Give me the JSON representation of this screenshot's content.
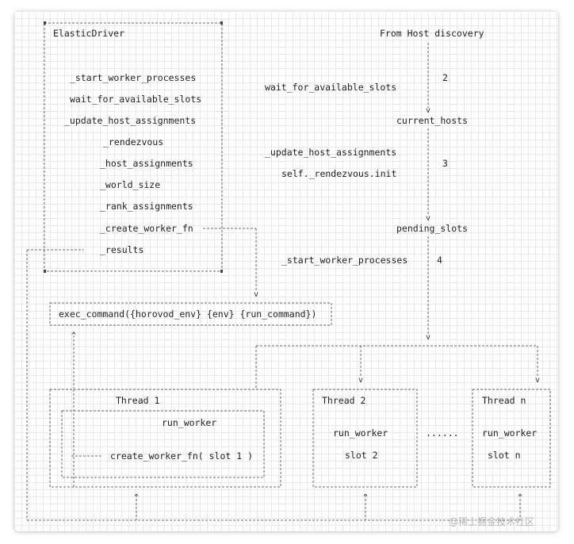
{
  "elastic_driver": {
    "title": "ElasticDriver",
    "methods": [
      "_start_worker_processes",
      "wait_for_available_slots",
      "_update_host_assignments",
      "_rendezvous",
      "_host_assignments",
      "_world_size",
      "_rank_assignments",
      "_create_worker_fn",
      "_results"
    ]
  },
  "flow": {
    "source": "From Host discovery",
    "step_2_label": "wait_for_available_slots",
    "step_2_num": "2",
    "node_current_hosts": "current_hosts",
    "step_3_label_a": "_update_host_assignments",
    "step_3_label_b": "self._rendezvous.init",
    "step_3_num": "3",
    "node_pending_slots": "pending_slots",
    "step_4_label": "_start_worker_processes",
    "step_4_num": "4"
  },
  "exec_command": "exec_command({horovod_env} {env} {run_command})",
  "threads": {
    "thread_1": {
      "title": "Thread 1",
      "run_worker": "run_worker",
      "call": "create_worker_fn( slot 1 )"
    },
    "thread_2": {
      "title": "Thread 2",
      "run_worker": "run_worker",
      "slot": "slot 2"
    },
    "ellipsis": "......",
    "thread_n": {
      "title": "Thread n",
      "run_worker": "run_worker",
      "slot": "slot n"
    }
  },
  "watermark": "@稀土掘金技术社区"
}
